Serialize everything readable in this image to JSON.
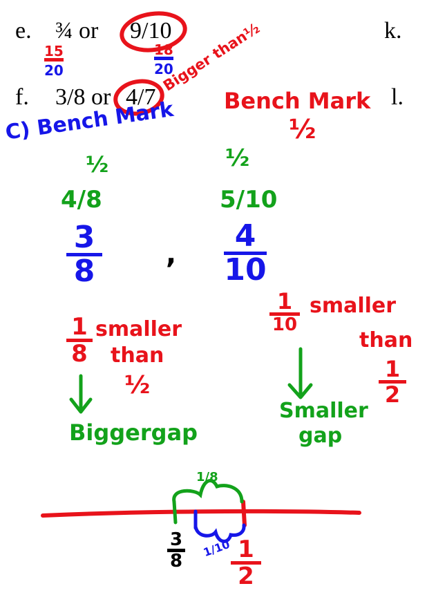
{
  "problems": {
    "e": {
      "letter": "e.",
      "first": "¾ or",
      "second": "9/10"
    },
    "f": {
      "letter": "f.",
      "first": "3/8 or",
      "second": "4/7"
    },
    "k": {
      "letter": "k."
    },
    "l": {
      "letter": "l."
    }
  },
  "annotations": {
    "e_equiv_left": {
      "num": "15",
      "den": "20"
    },
    "e_equiv_right": {
      "num": "18",
      "den": "20"
    },
    "bigger_than_half": "Bigger than½",
    "benchmark_red": "Bench Mark",
    "benchmark_red_half": "½",
    "part_c": "C) Bench Mark",
    "left_column": {
      "half": "½",
      "equiv": "4/8",
      "num": "3",
      "den": "8"
    },
    "separator": ",",
    "right_column": {
      "half": "½",
      "equiv": "5/10",
      "num": "4",
      "den": "10"
    },
    "left_diff": {
      "num": "1",
      "den": "8",
      "note_line1": "smaller",
      "note_line2": "than",
      "note_line3": "½"
    },
    "right_diff": {
      "num": "1",
      "den": "10",
      "note_line1": "smaller",
      "note_line2": "than",
      "note_num": "1",
      "note_den": "2"
    },
    "bigger_gap": "Biggergap",
    "smaller_gap_line1": "Smaller",
    "smaller_gap_line2": "gap",
    "number_line": {
      "top_gap_label": "1/8",
      "bottom_gap_label": "1/10",
      "three_eighths": {
        "num": "3",
        "den": "8"
      },
      "half": {
        "num": "1",
        "den": "2"
      }
    }
  },
  "colors": {
    "red": "#e8131b",
    "blue": "#1616e8",
    "green": "#13a21b",
    "black": "#000000"
  }
}
